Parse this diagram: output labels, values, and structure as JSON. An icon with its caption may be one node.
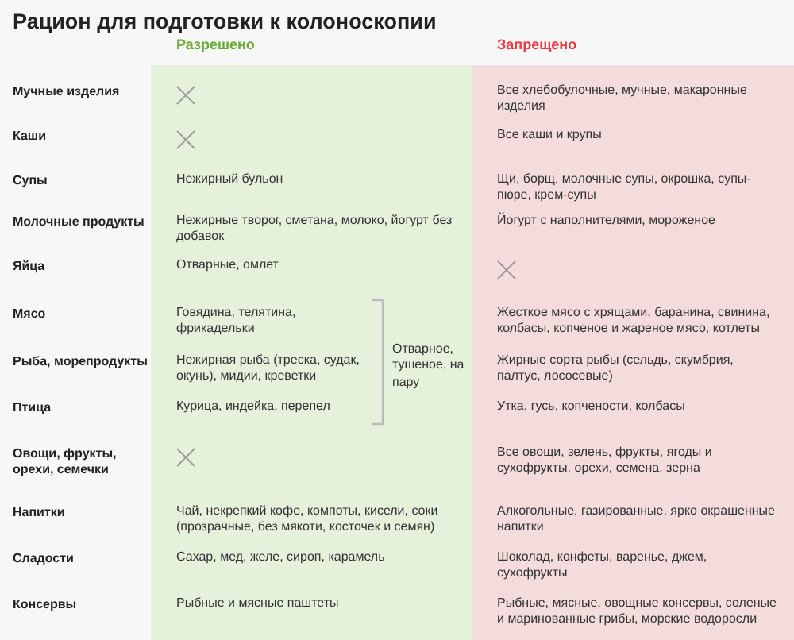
{
  "diagram": {
    "title": "Рацион для подготовки к колоноскопии",
    "nodes": [
      {
        "text": [
          "Разрешено"
        ]
      },
      {
        "text": [],
        "shape": "cross",
        "in": 0
      },
      {
        "text": [],
        "shape": "cross",
        "in": 0
      },
      {
        "text": [
          "Нежирный бульон"
        ],
        "in": 0
      },
      {
        "text": [
          "Нежирные творог, сметана, молоко, йогурт без добавок"
        ],
        "in": 0
      },
      {
        "text": [
          "Отварные, омлет"
        ],
        "in": 0
      },
      {
        "text": [
          "Говядина, телятина, фрикадельки"
        ],
        "in": 0
      },
      {
        "text": [
          "Нежирная рыба (треска, судак, окунь), мидии, креветки"
        ],
        "in": 0
      },
      {
        "text": [
          "Курица, индейка, перепел"
        ],
        "in": 0
      },
      {
        "text": [],
        "shape": "cross",
        "in": 0
      },
      {
        "text": [
          "Чай, некрепкий кофе, компоты, кисели, соки (прозрачные, без мякоти, косточек и семян)"
        ],
        "in": 0
      },
      {
        "text": [
          "Сахар, мед, желе, сироп, карамель"
        ],
        "in": 0
      },
      {
        "text": [
          "Рыбные и мясные паштеты"
        ],
        "in": 0
      },
      {
        "text": [
          "Запрещено"
        ]
      },
      {
        "text": [
          "Все хлебобулочные, мучные, макаронные изделия"
        ],
        "in": 13
      },
      {
        "text": [
          "Все каши и крупы"
        ],
        "in": 13
      },
      {
        "text": [
          "Щи, борщ, молочные супы, окрошка, супы-пюре, крем-супы"
        ],
        "in": 13
      },
      {
        "text": [
          "Йогурт с наполнителями, мороженое"
        ],
        "in": 13
      },
      {
        "text": [],
        "shape": "cross",
        "in": 13
      },
      {
        "text": [
          "Жесткое мясо с хрящами, баранина, свинина, колбасы, копченое и жареное мясо, котлеты"
        ],
        "in": 13
      },
      {
        "text": [
          "Жирные сорта рыбы (сельдь, скумбрия, палтус, лососевые)"
        ],
        "in": 13
      },
      {
        "text": [
          "Утка, гусь, копчености, колбасы"
        ],
        "in": 13
      },
      {
        "text": [
          "Все овощи, зелень, фрукты, ягоды и сухофрукты, орехи, семена, зерна"
        ],
        "in": 13
      },
      {
        "text": [
          "Алкогольные, газированные, ярко окрашенные напитки"
        ],
        "in": 13
      },
      {
        "text": [
          "Шоколад, конфеты, варенье, джем, сухофрукты"
        ],
        "in": 13
      },
      {
        "text": [
          "Рыбные, мясные, овощные консервы, соленые и маринованные грибы, морские водоросли"
        ],
        "in": 13
      }
    ],
    "labels": [
      "Мучные изделия",
      "Каши",
      "Супы",
      "Молочные продукты",
      "Яйца",
      "Мясо",
      "Рыба, морепродукты",
      "Птица",
      "Овощи, фрукты, орехи, семечки",
      "Напитки",
      "Сладости",
      "Консервы",
      "Отварное, тушеное, на пару"
    ]
  }
}
